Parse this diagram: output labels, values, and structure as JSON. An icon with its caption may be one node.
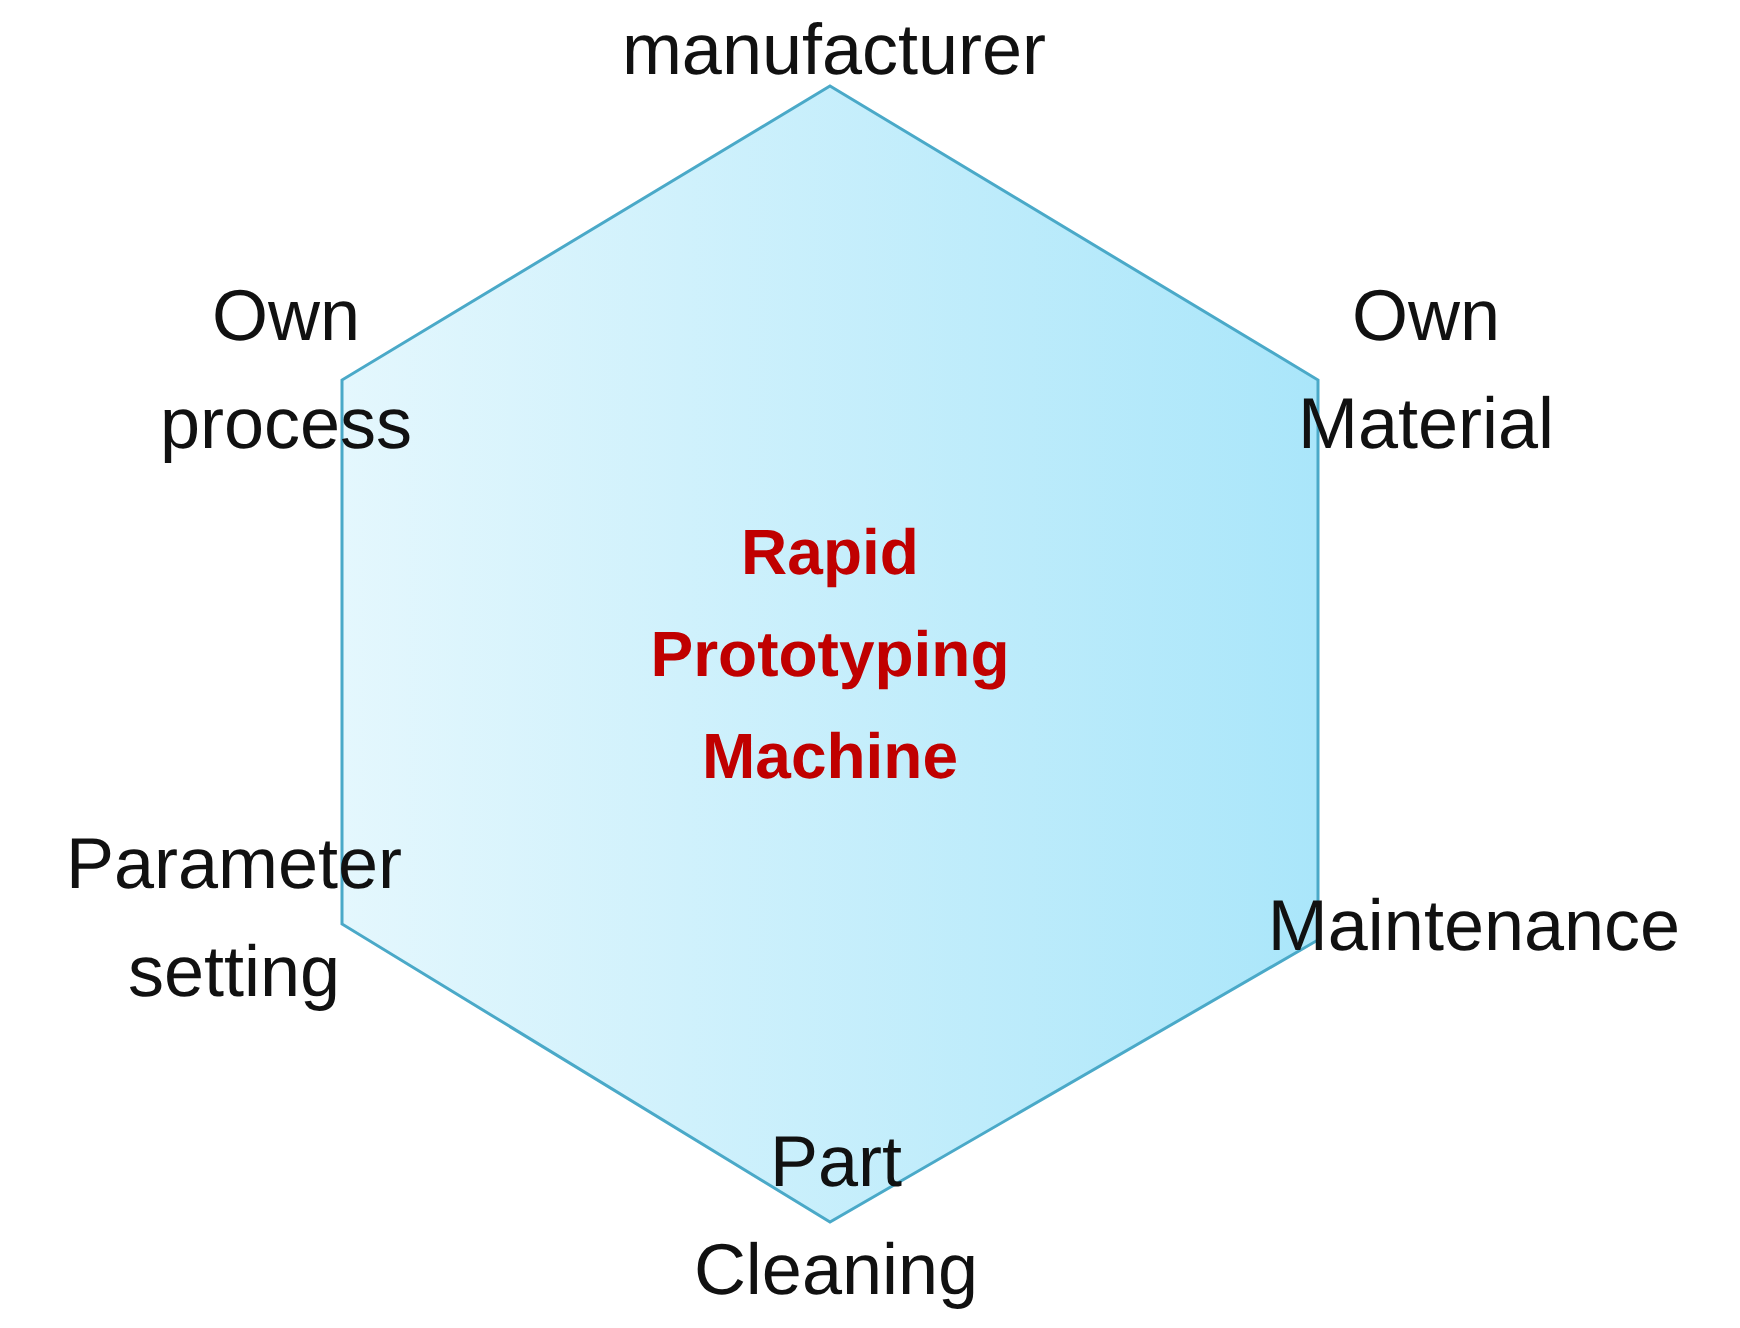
{
  "diagram": {
    "nodes": [
      {
        "text": [
          "Rapid Prototyping Machine"
        ]
      }
    ],
    "labels": [
      "manufacturer",
      "Own process",
      "Own Material",
      "Parameter setting",
      "Maintenance",
      "Part Cleaning"
    ]
  }
}
